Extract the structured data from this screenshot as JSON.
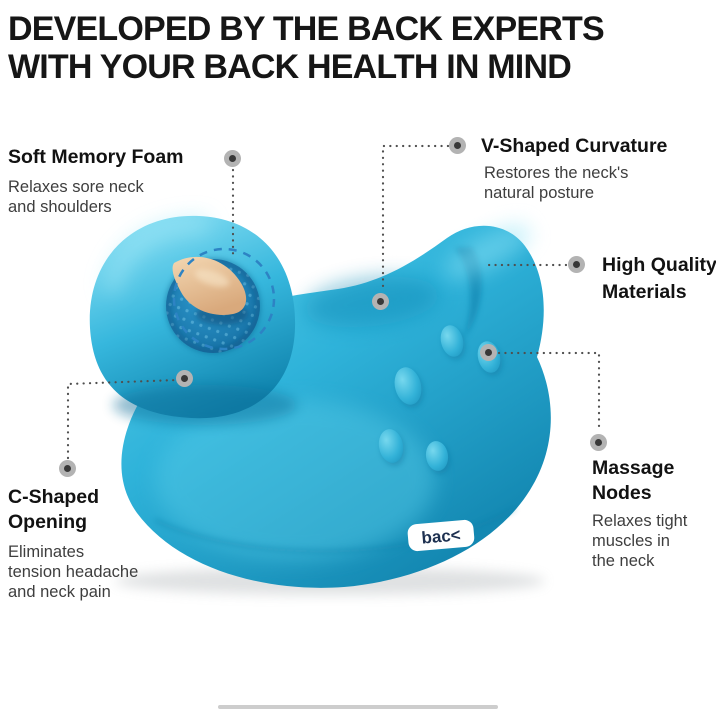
{
  "headline": {
    "line1": "DEVELOPED BY THE BACK EXPERTS",
    "line2": "WITH YOUR BACK HEALTH IN MIND"
  },
  "callouts": {
    "soft_memory_foam": {
      "title": "Soft Memory Foam",
      "lines": [
        "Relaxes sore neck",
        "and shoulders"
      ]
    },
    "v_shaped_curvature": {
      "title": "V-Shaped Curvature",
      "lines": [
        "Restores the neck's",
        "natural posture"
      ]
    },
    "high_quality_materials": {
      "title_lines": [
        "High Quality",
        "Materials"
      ]
    },
    "massage_nodes": {
      "title_lines": [
        "Massage",
        "Nodes"
      ],
      "lines": [
        "Relaxes tight",
        "muscles in",
        "the neck"
      ]
    },
    "c_shaped_opening": {
      "title_lines": [
        "C-Shaped",
        "Opening"
      ],
      "lines": [
        "Eliminates",
        "tension headache",
        "and neck pain"
      ]
    }
  },
  "product": {
    "logo": "bac<",
    "colors": {
      "teal": "#2fb3da",
      "teal_light": "#7edcf2",
      "teal_dark": "#1184ae",
      "hole_blue": "#1a77ab",
      "finger_skin": "#e9c69c",
      "dashed_circle": "#2d83c4",
      "callout_line": "#4f4f4f",
      "dot_ring": "#b3b3b3",
      "dot_core": "#383838",
      "logo_navy": "#1d3050"
    }
  }
}
